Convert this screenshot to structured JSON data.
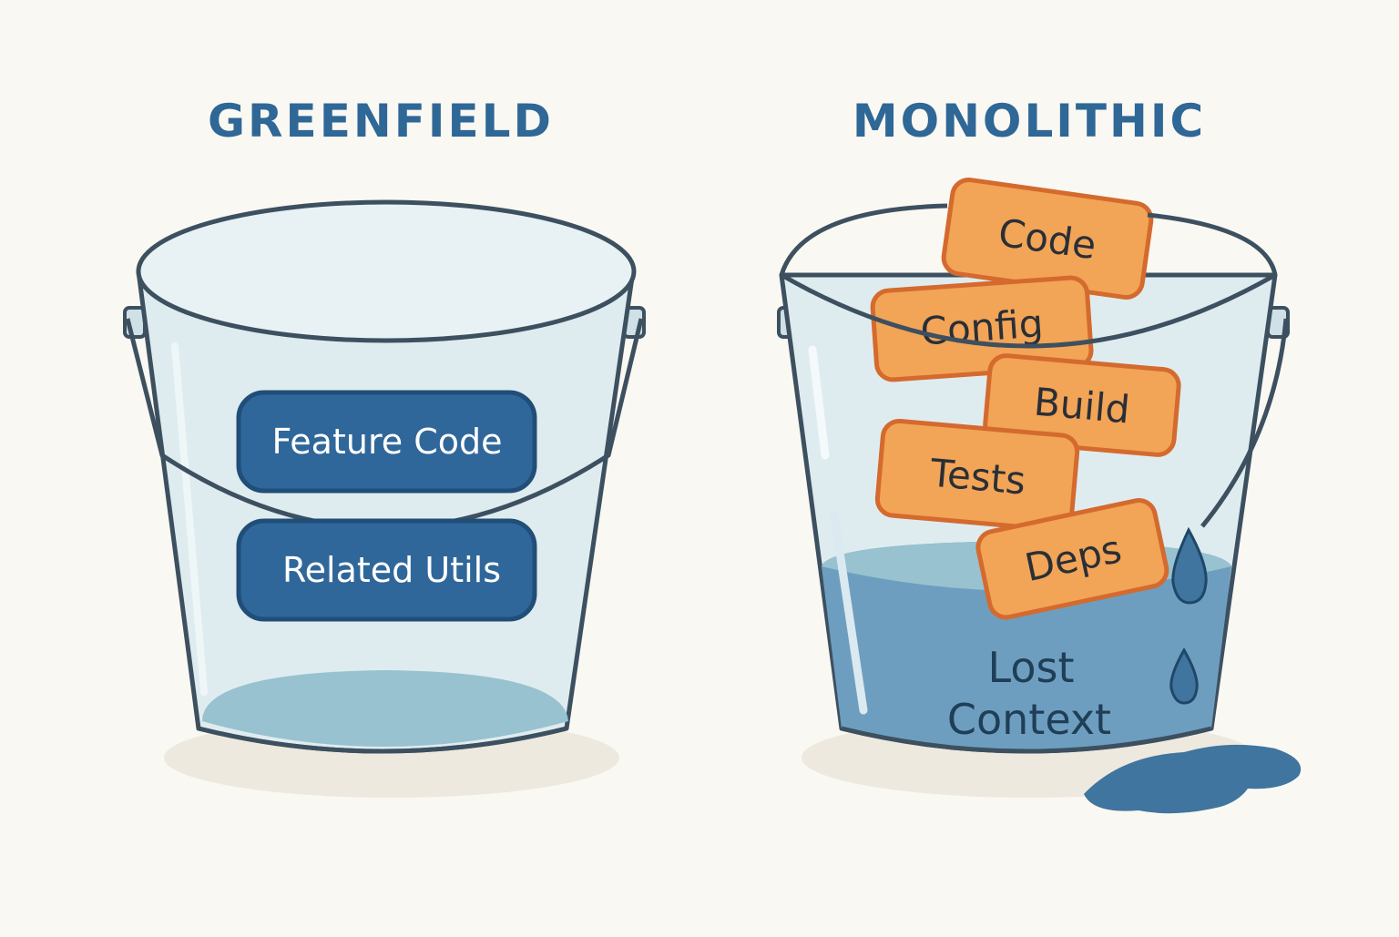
{
  "colors": {
    "background": "#faf8f2",
    "title": "#2f6796",
    "outline": "#3d5060",
    "bucket_glass": "#dfecef",
    "water": "#6e9ebf",
    "water_light": "#98c2d0",
    "blue_chip": "#30679a",
    "orange_chip": "#f2a457",
    "orange_border": "#d46a2e"
  },
  "greenfield": {
    "title": "GREENFIELD",
    "chips": [
      {
        "label": "Feature Code"
      },
      {
        "label": "Related Utils"
      }
    ]
  },
  "monolithic": {
    "title": "MONOLITHIC",
    "chips": [
      {
        "label": "Code"
      },
      {
        "label": "Config"
      },
      {
        "label": "Build"
      },
      {
        "label": "Tests"
      },
      {
        "label": "Deps"
      }
    ],
    "water_label_line1": "Lost",
    "water_label_line2": "Context"
  },
  "icons": [
    "bucket-icon",
    "water-drop-icon",
    "puddle-icon"
  ]
}
